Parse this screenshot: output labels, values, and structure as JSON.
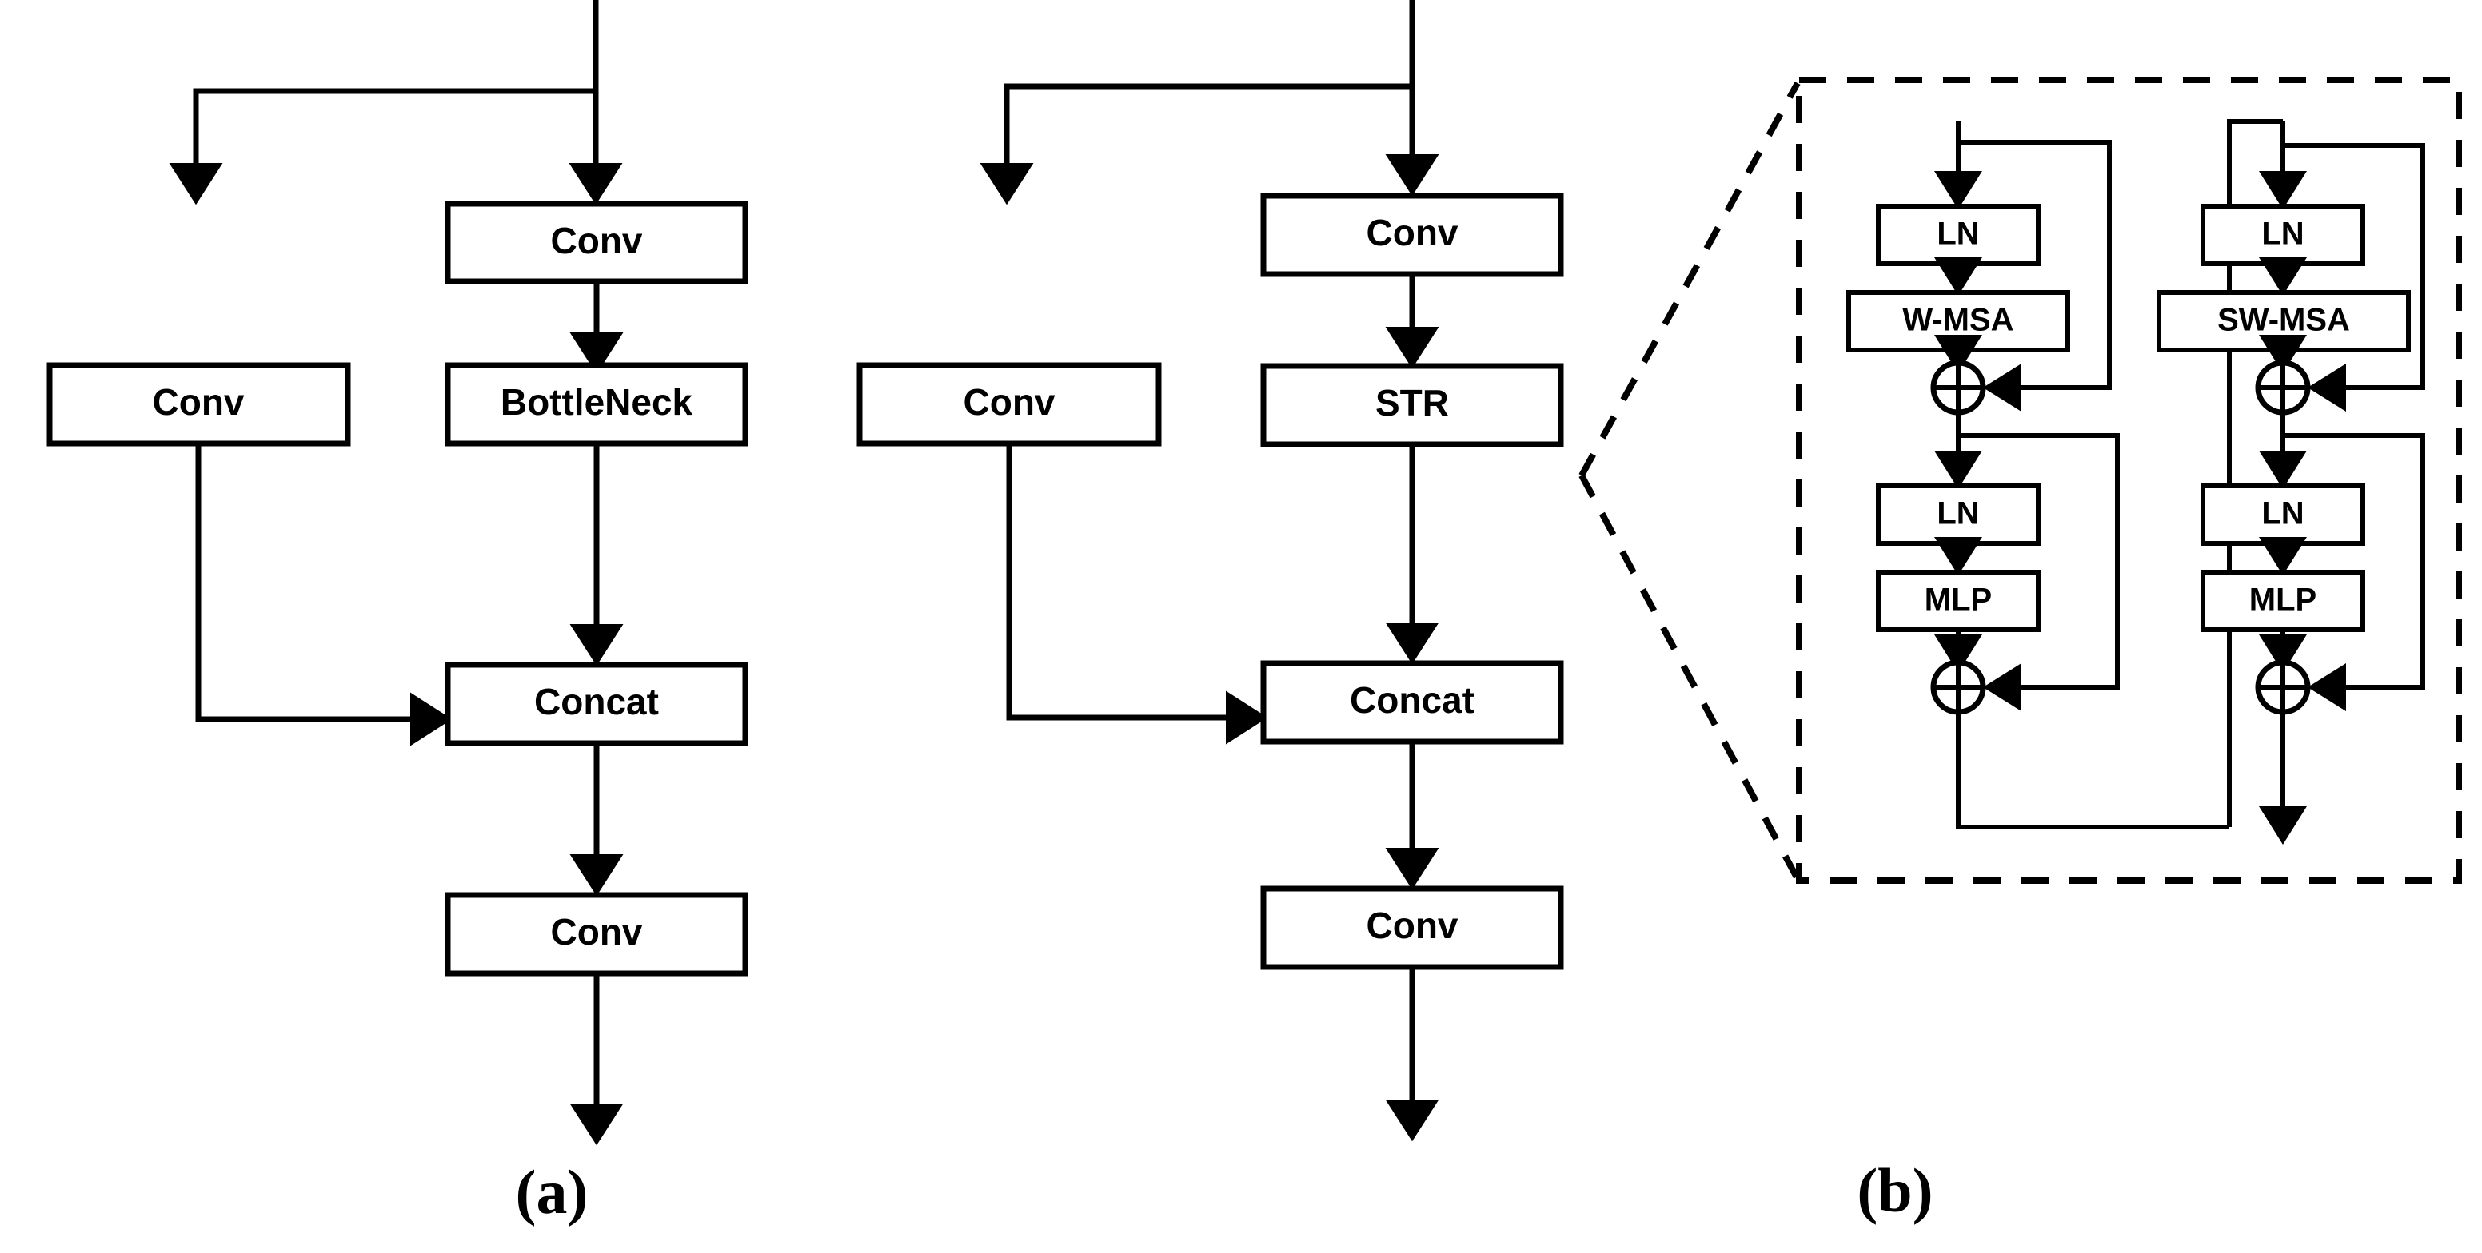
{
  "figure": {
    "type": "architecture-diagram",
    "background_color": "#ffffff",
    "stroke_color": "#000000",
    "panels": [
      {
        "id": "a",
        "caption": "(a)",
        "name": "bottleneck-csp-block",
        "nodes": [
          {
            "id": "a-conv-top",
            "label": "Conv"
          },
          {
            "id": "a-conv-left",
            "label": "Conv"
          },
          {
            "id": "a-bottleneck",
            "label": "BottleNeck"
          },
          {
            "id": "a-concat",
            "label": "Concat"
          },
          {
            "id": "a-conv-bottom",
            "label": "Conv"
          }
        ],
        "edges": [
          {
            "from": "input",
            "to": "a-conv-top"
          },
          {
            "from": "input",
            "to": "a-conv-left"
          },
          {
            "from": "a-conv-top",
            "to": "a-bottleneck"
          },
          {
            "from": "a-bottleneck",
            "to": "a-concat"
          },
          {
            "from": "a-conv-left",
            "to": "a-concat"
          },
          {
            "from": "a-concat",
            "to": "a-conv-bottom"
          },
          {
            "from": "a-conv-bottom",
            "to": "output"
          }
        ]
      },
      {
        "id": "b",
        "caption": "(b)",
        "name": "swin-transformer-csp-block",
        "nodes": [
          {
            "id": "b-conv-top",
            "label": "Conv"
          },
          {
            "id": "b-conv-left",
            "label": "Conv"
          },
          {
            "id": "b-str",
            "label": "STR"
          },
          {
            "id": "b-concat",
            "label": "Concat"
          },
          {
            "id": "b-conv-bottom",
            "label": "Conv"
          }
        ],
        "edges": [
          {
            "from": "input",
            "to": "b-conv-top"
          },
          {
            "from": "input",
            "to": "b-conv-left"
          },
          {
            "from": "b-conv-top",
            "to": "b-str"
          },
          {
            "from": "b-str",
            "to": "b-concat"
          },
          {
            "from": "b-conv-left",
            "to": "b-concat"
          },
          {
            "from": "b-concat",
            "to": "b-conv-bottom"
          },
          {
            "from": "b-conv-bottom",
            "to": "output"
          }
        ],
        "expanded_from": "b-str"
      }
    ],
    "str_detail": {
      "name": "swin-transformer-block-detail",
      "border": "dashed",
      "stages": [
        {
          "id": "stage-1",
          "name": "w-msa-stage",
          "nodes": [
            {
              "id": "s1-ln-1",
              "label": "LN"
            },
            {
              "id": "s1-attn",
              "label": "W-MSA"
            },
            {
              "id": "s1-add-1",
              "label": "add",
              "symbol": "⊕"
            },
            {
              "id": "s1-ln-2",
              "label": "LN"
            },
            {
              "id": "s1-mlp",
              "label": "MLP"
            },
            {
              "id": "s1-add-2",
              "label": "add",
              "symbol": "⊕"
            }
          ]
        },
        {
          "id": "stage-2",
          "name": "sw-msa-stage",
          "nodes": [
            {
              "id": "s2-ln-1",
              "label": "LN"
            },
            {
              "id": "s2-attn",
              "label": "SW-MSA"
            },
            {
              "id": "s2-add-1",
              "label": "add",
              "symbol": "⊕"
            },
            {
              "id": "s2-ln-2",
              "label": "LN"
            },
            {
              "id": "s2-mlp",
              "label": "MLP"
            },
            {
              "id": "s2-add-2",
              "label": "add",
              "symbol": "⊕"
            }
          ]
        }
      ]
    }
  }
}
